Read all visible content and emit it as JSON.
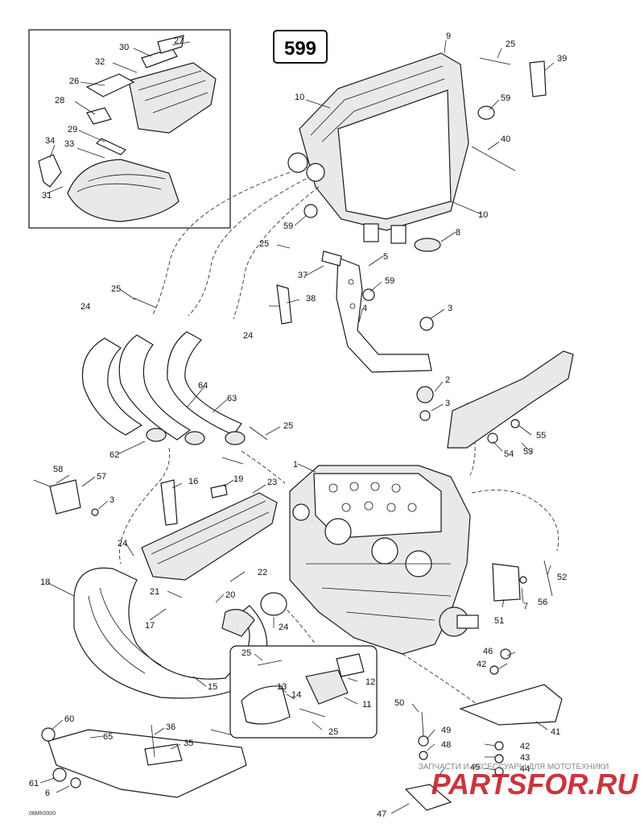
{
  "page_number": "599",
  "drawing_code": "08Mh0000",
  "watermark": {
    "small_text": "ЗАПЧАСТИ И АКСЕССУАРЫ ДЛЯ МОТОТЕХНИКИ",
    "logo_text": "PARTSFOR.RU"
  },
  "colors": {
    "line": "#1a1a1a",
    "watermark_red": "#c0141b",
    "watermark_gray": "#8a8a8a"
  },
  "callouts": {
    "c1": "1",
    "c2": "2",
    "c3a": "3",
    "c3b": "3",
    "c3c": "3",
    "c4": "4",
    "c5": "5",
    "c6": "6",
    "c7": "7",
    "c8": "8",
    "c9": "9",
    "c10a": "10",
    "c10b": "10",
    "c11": "11",
    "c12": "12",
    "c13": "13",
    "c14": "14",
    "c15": "15",
    "c16": "16",
    "c17": "17",
    "c18": "18",
    "c19": "19",
    "c20": "20",
    "c21": "21",
    "c22": "22",
    "c23": "23",
    "c24a": "24",
    "c24b": "24",
    "c24c": "24",
    "c24d": "24",
    "c25a": "25",
    "c25b": "25",
    "c25c": "25",
    "c25d": "25",
    "c25e": "25",
    "c25f": "25",
    "c26": "26",
    "c27": "27",
    "c28": "28",
    "c29": "29",
    "c30": "30",
    "c31": "31",
    "c32": "32",
    "c33": "33",
    "c34": "34",
    "c35": "35",
    "c36": "36",
    "c37": "37",
    "c38": "38",
    "c39": "39",
    "c40": "40",
    "c41": "41",
    "c42a": "42",
    "c42b": "42",
    "c43": "43",
    "c44": "44",
    "c45": "45",
    "c46": "46",
    "c47": "47",
    "c48": "48",
    "c49": "49",
    "c50": "50",
    "c51": "51",
    "c52": "52",
    "c53": "53",
    "c54": "54",
    "c55": "55",
    "c56": "56",
    "c57": "57",
    "c58": "58",
    "c59a": "59",
    "c59b": "59",
    "c59c": "59",
    "c60": "60",
    "c61": "61",
    "c62": "62",
    "c63": "63",
    "c64": "64",
    "c65": "65"
  }
}
